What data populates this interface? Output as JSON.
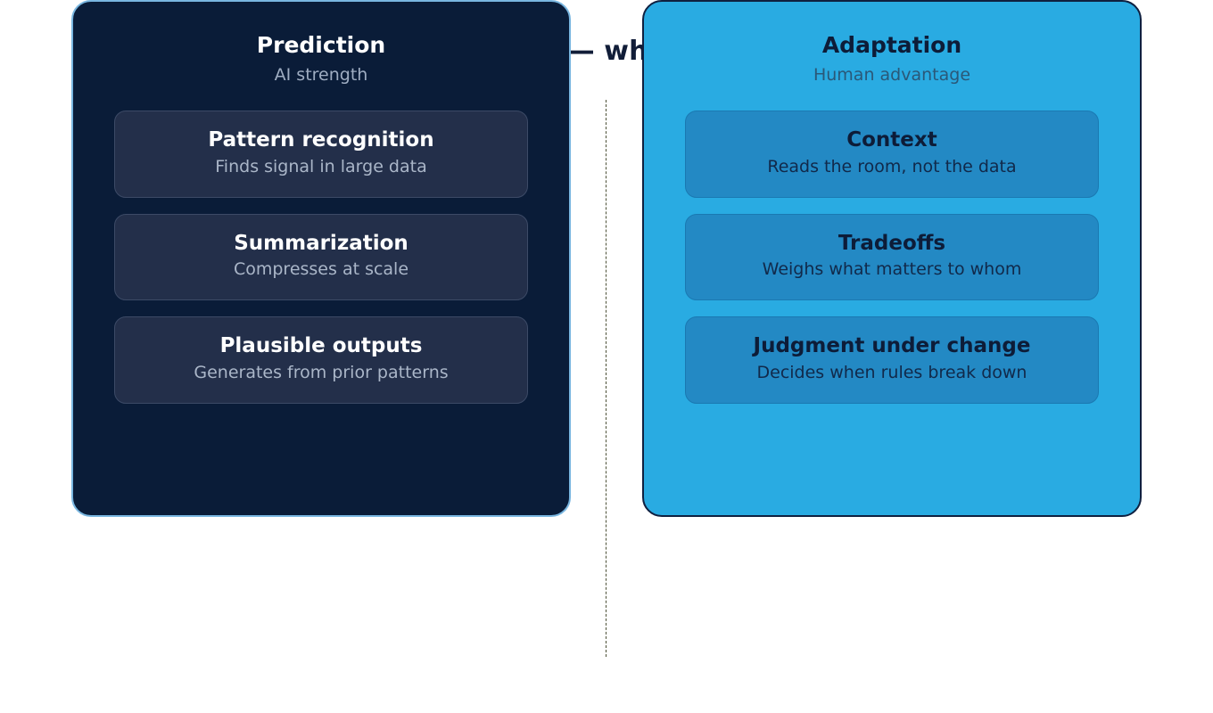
{
  "title": "Prediction vs adaptation — where advantage is created",
  "divider": {
    "style": "dashed-vertical"
  },
  "colors": {
    "background": "#ffffff",
    "title_text": "#111d38",
    "left_panel_bg": "#0a1c38",
    "left_panel_border": "#79b6e0",
    "left_card_bg": "#232f4a",
    "left_card_border": "#3c4a66",
    "left_title_text": "#ffffff",
    "left_sub_text": "#9fadc2",
    "right_panel_bg": "#29abe2",
    "right_panel_border": "#0f2040",
    "right_card_bg": "#2389c4",
    "right_card_border": "#1a79b2",
    "right_title_text": "#0d1c38",
    "right_sub_text": "#2a5878",
    "divider_color": "#4b4f35"
  },
  "columns": [
    {
      "id": "prediction",
      "title": "Prediction",
      "subtitle": "AI strength",
      "cards": [
        {
          "title": "Pattern recognition",
          "desc": "Finds signal in large data"
        },
        {
          "title": "Summarization",
          "desc": "Compresses at scale"
        },
        {
          "title": "Plausible outputs",
          "desc": "Generates from prior patterns"
        }
      ]
    },
    {
      "id": "adaptation",
      "title": "Adaptation",
      "subtitle": "Human advantage",
      "cards": [
        {
          "title": "Context",
          "desc": "Reads the room, not the data"
        },
        {
          "title": "Tradeoffs",
          "desc": "Weighs what matters to whom"
        },
        {
          "title": "Judgment under change",
          "desc": "Decides when rules break down"
        }
      ]
    }
  ]
}
